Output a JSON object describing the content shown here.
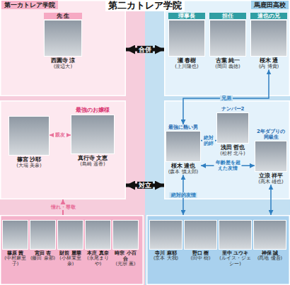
{
  "diagram": {
    "title": "第二カトレア学院",
    "nodes": [
      {
        "text": [
          "第一カトレア学院"
        ]
      },
      {
        "text": [
          "先 生",
          "西園寺 涼",
          "(渡辺大)"
        ],
        "in": 0
      },
      {
        "text": [
          "馬鹿田高校"
        ]
      },
      {
        "text": [
          "理事長",
          "瀬 春樹",
          "(上川隆也)"
        ],
        "in": 2
      },
      {
        "text": [
          "担任",
          "古葉 純一",
          "(岡田 義徳)"
        ],
        "in": 2
      },
      {
        "text": [
          "達也の兄",
          "桜木 通",
          "(内 博貴)"
        ],
        "in": 2
      },
      {
        "text": []
      },
      {
        "text": [
          "篠宮 沙耶",
          "(大場 美奈)"
        ],
        "in": 6
      },
      {
        "text": [
          "最強のお嬢様",
          "真行寺 文恵",
          "(島崎 遥香)"
        ],
        "in": 6
      },
      {
        "text": []
      },
      {
        "text": [
          "最強に熱い男",
          "桜木 達也",
          "(森本 慎太郎)"
        ],
        "in": 9
      },
      {
        "text": [
          "ナンバー2",
          "浅田 哲也",
          "(松村 北斗)"
        ],
        "in": 9
      },
      {
        "text": [
          "2年ダブりの 同級生",
          "立浪 祥平",
          "(高木 雄也)"
        ],
        "in": 9
      },
      {
        "text": []
      },
      {
        "text": [
          "篠原 茜",
          "(中村麻里子)"
        ],
        "in": 13
      },
      {
        "text": [
          "宮田 杏",
          "(藤田 奈那)"
        ],
        "in": 13
      },
      {
        "text": [
          "財前 麗華",
          "(小林茉里奈)"
        ],
        "in": 13
      },
      {
        "text": [
          "本庄 真奈",
          "(永尾まりや)"
        ],
        "in": 13
      },
      {
        "text": [
          "時宗 小百合",
          "(光宗 薫)"
        ],
        "in": 13
      },
      {
        "text": []
      },
      {
        "text": [
          "寺川 麻耶",
          "(京本 大我)"
        ],
        "in": 19
      },
      {
        "text": [
          "野口 樹",
          "(田中 樹)"
        ],
        "in": 19
      },
      {
        "text": [
          "里中 ユウキ",
          "(ルイス・ジェシー)"
        ],
        "in": 19
      },
      {
        "text": [
          "神保 誠",
          "(髙地 優吾)"
        ],
        "in": 19
      }
    ],
    "edges": [
      {
        "from": 0,
        "to": 2,
        "label": "合併",
        "arrow": "both"
      },
      {
        "from": 5,
        "to": 10,
        "label": "兄弟",
        "arrow": "both"
      },
      {
        "from": 7,
        "to": 8,
        "label": "親友",
        "arrow": "both"
      },
      {
        "from": 6,
        "to": 9,
        "label": "対立",
        "arrow": "both"
      },
      {
        "from": 13,
        "to": 6,
        "label": "憧れ・尊敬",
        "arrow": "to"
      },
      {
        "from": 10,
        "to": 11,
        "label": "絶対的絆",
        "arrow": "both"
      },
      {
        "from": 10,
        "to": 12,
        "label": "年齢差を超えた友情",
        "arrow": "both"
      },
      {
        "from": 10,
        "to": 19,
        "label": "絶対的友情",
        "arrow": "both"
      },
      {
        "from": 12,
        "to": 19,
        "arrow": "both"
      }
    ]
  }
}
